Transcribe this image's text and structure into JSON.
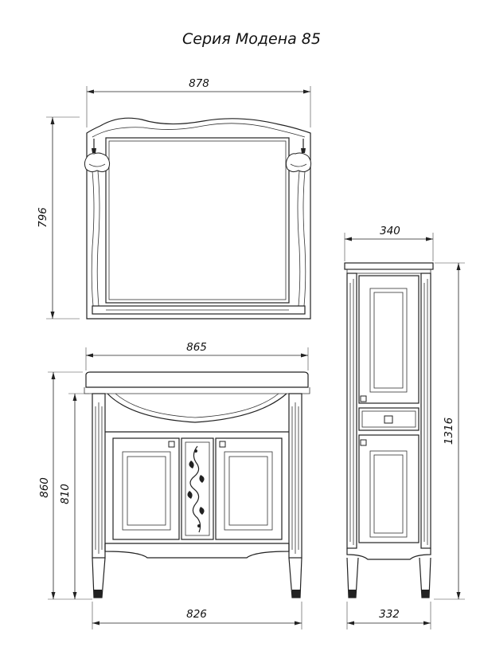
{
  "title": "Серия Модена 85",
  "dimensions": {
    "mirror_width": "878",
    "mirror_height": "796",
    "cabinet_top_width": "865",
    "cabinet_height_total": "860",
    "cabinet_height_body": "810",
    "cabinet_base_width": "826",
    "column_top_width": "340",
    "column_height": "1316",
    "column_base_width": "332"
  },
  "colors": {
    "line": "#222222",
    "background": "#ffffff"
  }
}
